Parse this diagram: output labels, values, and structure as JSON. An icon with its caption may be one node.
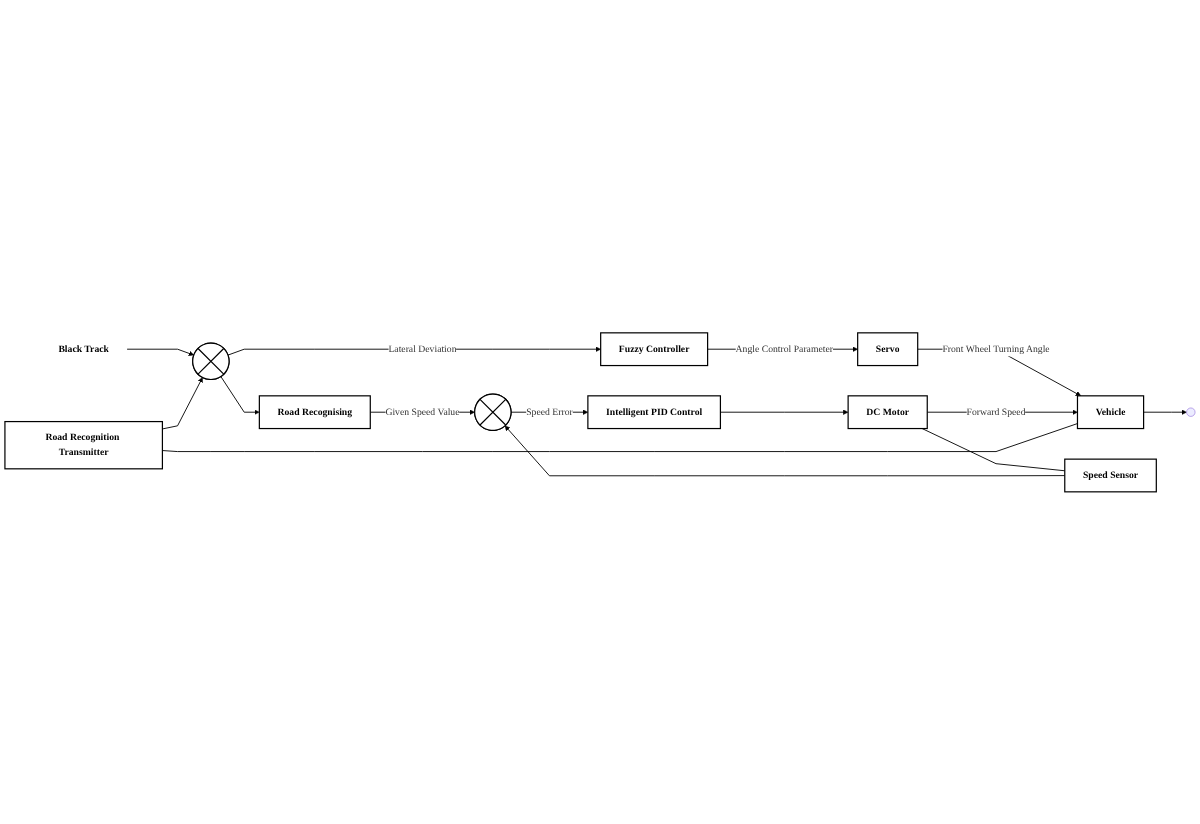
{
  "diagram": {
    "nodes": [
      {
        "text": [
          "Road Recognition Transmitter"
        ]
      },
      {
        "text": [
          "Black Track"
        ]
      },
      {
        "text": [],
        "shape": "circle"
      },
      {
        "text": [
          "Fuzzy Controller"
        ]
      },
      {
        "text": [
          "Servo"
        ]
      },
      {
        "text": [
          "Vehicle"
        ]
      },
      {
        "text": [
          "Road Recognising"
        ]
      },
      {
        "text": [],
        "shape": "circle"
      },
      {
        "text": [
          "Intelligent PID Control"
        ]
      },
      {
        "text": [
          "DC Motor"
        ]
      },
      {
        "text": [
          "Speed Sensor"
        ]
      }
    ],
    "edges": [
      {
        "from": 1,
        "to": 2,
        "arrow": "to"
      },
      {
        "from": 2,
        "to": 3,
        "arrow": "to",
        "label": "Lateral Deviation"
      },
      {
        "from": 3,
        "to": 4,
        "arrow": "to",
        "label": "Angle Control Parameter"
      },
      {
        "from": 4,
        "to": 5,
        "arrow": "to",
        "label": "Front Wheel Turning Angle"
      },
      {
        "from": 5,
        "to": null,
        "arrow": "to"
      },
      {
        "from": 5,
        "to": 0,
        "arrow": "none"
      },
      {
        "from": 0,
        "to": 2,
        "arrow": "to"
      },
      {
        "from": 2,
        "to": 6,
        "arrow": "to"
      },
      {
        "from": 6,
        "to": 7,
        "arrow": "to",
        "label": "Given Speed Value"
      },
      {
        "from": 7,
        "to": 8,
        "arrow": "to",
        "label": "Speed Error"
      },
      {
        "from": 8,
        "to": 9,
        "arrow": "to"
      },
      {
        "from": 9,
        "to": 5,
        "arrow": "to",
        "label": "Forward Speed"
      },
      {
        "from": 9,
        "to": 10,
        "arrow": "none"
      },
      {
        "from": 10,
        "to": 7,
        "arrow": "to"
      }
    ]
  }
}
